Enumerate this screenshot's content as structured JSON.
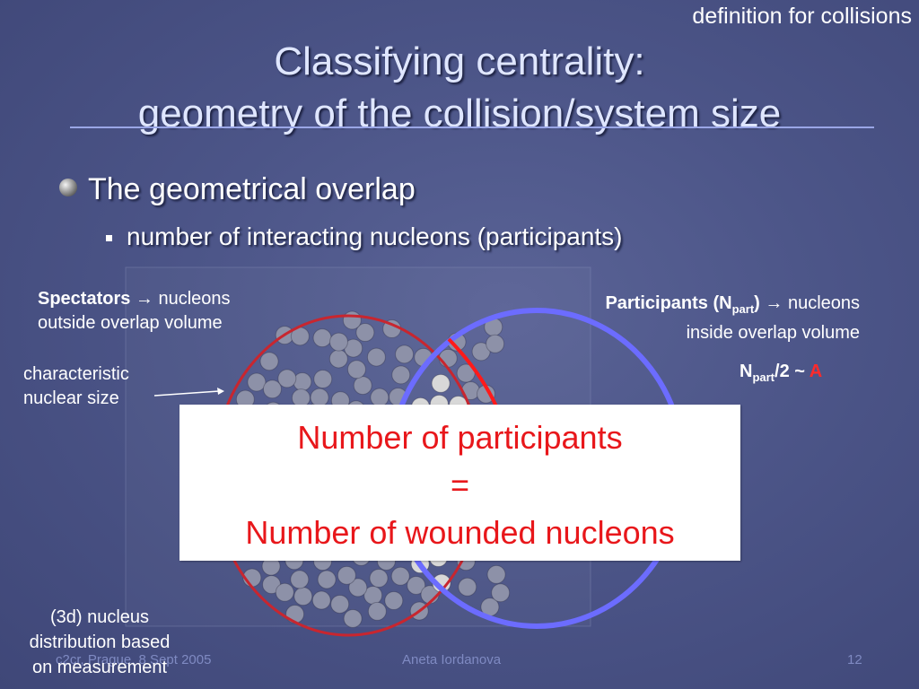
{
  "corner_note": "definition for collisions",
  "title": {
    "line1": "Classifying centrality:",
    "line2": "geometry of the collision/system size"
  },
  "bullets": {
    "level1": "The geometrical overlap",
    "level2": "number of interacting nucleons (participants)"
  },
  "labels": {
    "spectators_bold": "Spectators",
    "spectators_rest": " → nucleons",
    "spectators_line2": "outside overlap volume",
    "participants_bold": "Participants (N",
    "participants_sub": "part",
    "participants_close": ")",
    "participants_rest": " → nucleons",
    "participants_line2": "inside overlap volume",
    "char_size_line1": "characteristic",
    "char_size_line2": "nuclear size",
    "npart_n": "N",
    "npart_sub": "part",
    "npart_rest": "/2 ~ ",
    "npart_a": "A",
    "nucleus_line1": "(3d) nucleus",
    "nucleus_line2": "distribution based",
    "nucleus_line3": "on measurement"
  },
  "box": {
    "line1": "Number of participants",
    "line2": "=",
    "line3": "Number of wounded nucleons"
  },
  "footer": {
    "left": "c2cr, Prague, 8 Sept 2005",
    "center": "Aneta Iordanova",
    "page": "12"
  },
  "colors": {
    "background": "#4c5588",
    "red_nucleus": "#c8262f",
    "blue_nucleus": "#6c6cff",
    "overlap_red": "#ff1a1a",
    "box_text": "#e8171b"
  }
}
